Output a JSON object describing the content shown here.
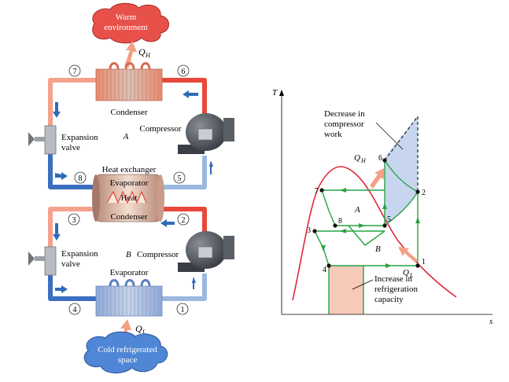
{
  "schematic": {
    "warm_environment": [
      "Warm",
      "environment"
    ],
    "q_h": "Q",
    "q_h_sub": "H",
    "condenser": "Condenser",
    "compressor_a": "Compressor",
    "cycle_a": "A",
    "expansion_valve_top": [
      "Expansion",
      "valve"
    ],
    "heat_exchanger": "Heat exchanger",
    "he_evaporator": "Evaporator",
    "he_heat": "Heat",
    "he_condenser": "Condenser",
    "expansion_valve_bottom": [
      "Expansion",
      "valve"
    ],
    "cycle_b": "B",
    "compressor_b": "Compressor",
    "evaporator": "Evaporator",
    "q_l": "Q",
    "q_l_sub": "L",
    "cold_space": [
      "Cold refrigerated",
      "space"
    ],
    "state_numbers": [
      "1",
      "2",
      "3",
      "4",
      "5",
      "6",
      "7",
      "8"
    ]
  },
  "ts_diagram": {
    "axis_t": "T",
    "axis_s": "s",
    "annotation_work": [
      "Decrease in",
      "compressor",
      "work"
    ],
    "annotation_capacity": [
      "Increase in",
      "refrigeration",
      "capacity"
    ],
    "label_qh": "Q",
    "label_qh_sub": "H",
    "label_ql": "Q",
    "label_ql_sub": "L",
    "region_a": "A",
    "region_b": "B",
    "point_labels": [
      "1",
      "2",
      "3",
      "4",
      "5",
      "6",
      "7",
      "8"
    ]
  },
  "colors": {
    "hot_pipe": "#e8473c",
    "warm_pipe": "#f4a28c",
    "cool_pipe": "#9bb8e0",
    "cold_pipe": "#3a6fc0",
    "dome": "#e0283a",
    "cycle": "#27a344",
    "work_area": "#c7d6ee",
    "capacity_area": "#f7c9b8",
    "warm_cloud": "#e8514a",
    "cold_cloud": "#4f86d6"
  }
}
